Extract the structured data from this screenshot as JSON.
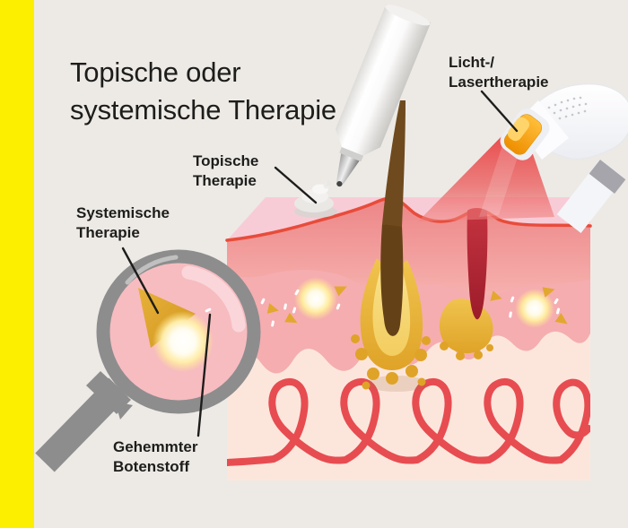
{
  "page": {
    "background": "#edeae6",
    "accent_bar_color": "#fcf000",
    "text_color": "#1d1d1b"
  },
  "title": {
    "line1": "Topische oder",
    "line2": "systemische Therapie"
  },
  "callouts": {
    "topical": {
      "line1": "Topische",
      "line2": "Therapie"
    },
    "light_laser": {
      "line1": "Licht-/",
      "line2": "Lasertherapie"
    },
    "systemic": {
      "line1": "Systemische",
      "line2": "Therapie"
    },
    "inhibited_messenger": {
      "line1": "Gehemmter",
      "line2": "Botenstoff"
    }
  },
  "illustration": {
    "colors": {
      "skin_top_face": "#f8ccd7",
      "epidermis": "#ee8a8c",
      "dermis": "#f5adb0",
      "subcutis": "#fce6dc",
      "surface_outline": "#e84c3a",
      "blood_vessel": "#e74c51",
      "hair": "#6f4a1e",
      "follicle_gold": "#e2a72e",
      "inflammation": "#b02331",
      "laser_beam": "#e84a50",
      "laser_window": "#f6a21c",
      "magnifier_rim": "#8d8d8e",
      "magnifier_glass": "#f7bcc0",
      "cream": "#f2f1ef",
      "glow": "#ffeca0"
    }
  }
}
